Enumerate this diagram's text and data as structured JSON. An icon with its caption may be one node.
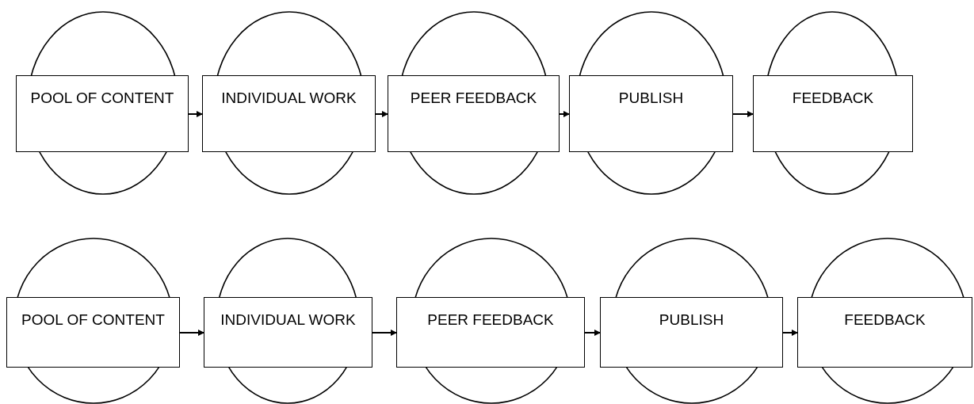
{
  "diagram": {
    "nodes": [
      {
        "text": [
          "POOL OF CONTENT"
        ]
      },
      {
        "text": [
          "INDIVIDUAL WORK"
        ]
      },
      {
        "text": [
          "PEER FEEDBACK"
        ]
      },
      {
        "text": [
          "PUBLISH"
        ]
      },
      {
        "text": [
          "FEEDBACK"
        ]
      },
      {
        "text": [
          "POOL OF CONTENT"
        ]
      },
      {
        "text": [
          "INDIVIDUAL WORK"
        ]
      },
      {
        "text": [
          "PEER FEEDBACK"
        ]
      },
      {
        "text": [
          "PUBLISH"
        ]
      },
      {
        "text": [
          "FEEDBACK"
        ]
      },
      {
        "text": [],
        "shape": "circle"
      },
      {
        "text": [],
        "shape": "circle"
      },
      {
        "text": [],
        "shape": "circle"
      },
      {
        "text": [],
        "shape": "circle"
      },
      {
        "text": [],
        "shape": "circle"
      },
      {
        "text": [],
        "shape": "circle"
      },
      {
        "text": [],
        "shape": "circle"
      },
      {
        "text": [],
        "shape": "circle"
      },
      {
        "text": [],
        "shape": "circle"
      },
      {
        "text": [],
        "shape": "circle"
      }
    ],
    "edges": [
      {
        "from": 0,
        "to": 1,
        "arrow": "to"
      },
      {
        "from": 1,
        "to": 2,
        "arrow": "to"
      },
      {
        "from": 2,
        "to": 3,
        "arrow": "to"
      },
      {
        "from": 3,
        "to": 4,
        "arrow": "to"
      },
      {
        "from": 5,
        "to": 6,
        "arrow": "to"
      },
      {
        "from": 6,
        "to": 7,
        "arrow": "to"
      },
      {
        "from": 7,
        "to": 8,
        "arrow": "to"
      },
      {
        "from": 8,
        "to": 9,
        "arrow": "to"
      }
    ]
  }
}
